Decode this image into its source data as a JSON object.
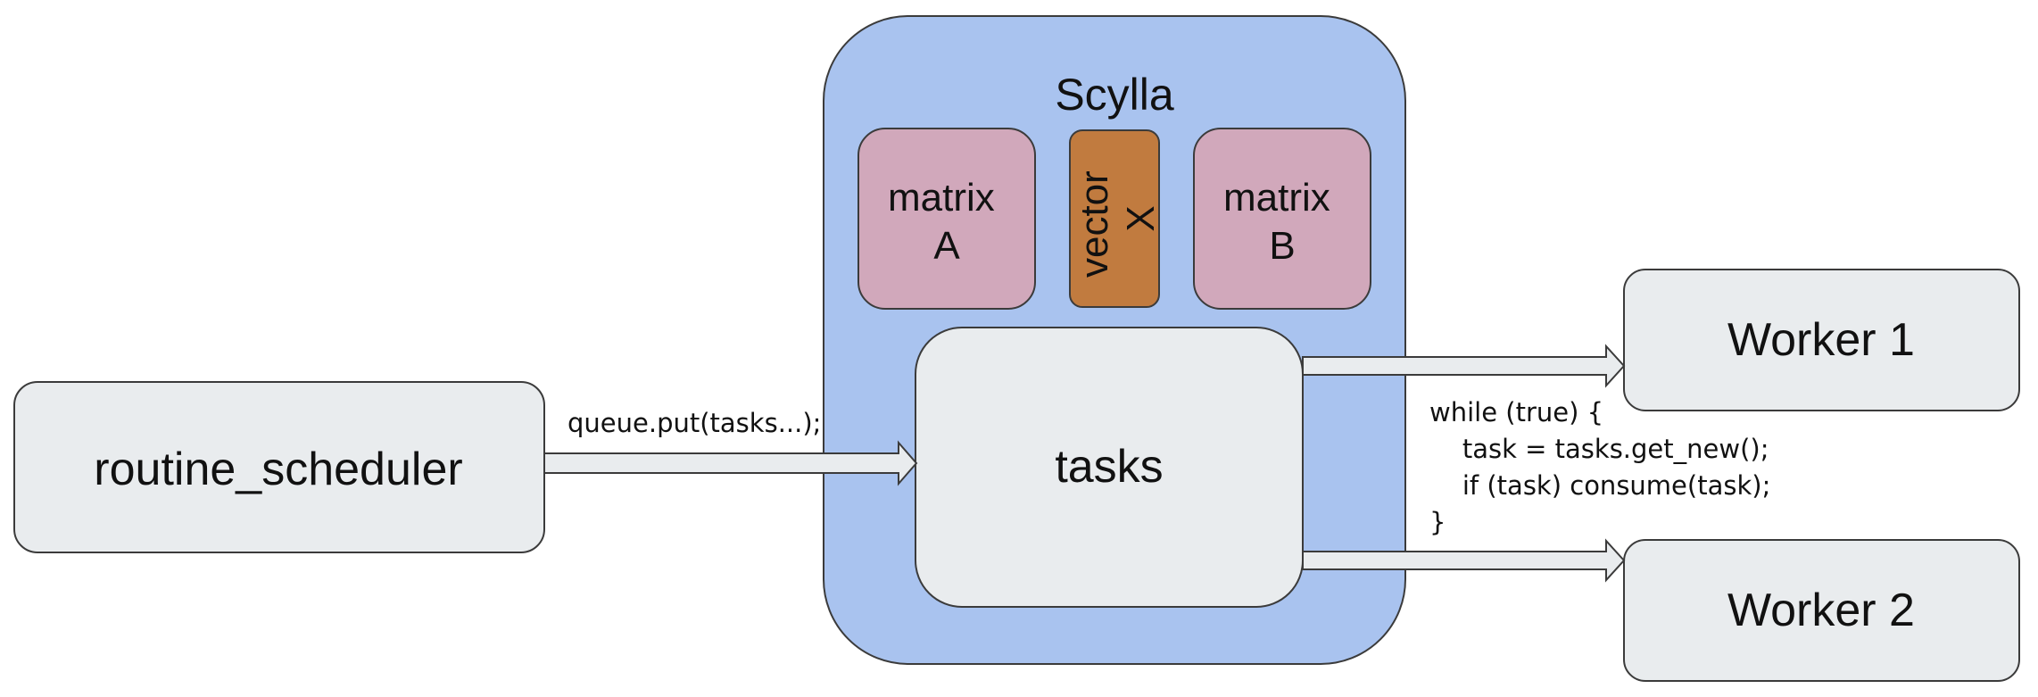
{
  "diagram": {
    "container": {
      "title": "Scylla",
      "fill": "#a9c3ef",
      "stroke": "#3b3b3b"
    },
    "data_blocks": [
      {
        "line1": "matrix",
        "line2": "A",
        "fill": "#d1a8bb"
      },
      {
        "line1": "vector",
        "line2": "X",
        "fill": "#c17b3f"
      },
      {
        "line1": "matrix",
        "line2": "B",
        "fill": "#d1a8bb"
      }
    ],
    "tasks": {
      "label": "tasks",
      "fill": "#e9ecee"
    },
    "scheduler": {
      "label": "routine_scheduler",
      "fill": "#e9ecee"
    },
    "workers": [
      {
        "label": "Worker 1",
        "fill": "#e9ecee"
      },
      {
        "label": "Worker 2",
        "fill": "#e9ecee"
      }
    ],
    "arrow_labels": {
      "put": "queue.put(tasks...);"
    },
    "worker_code": [
      "while (true) {",
      "    task = tasks.get_new();",
      "    if (task) consume(task);",
      "}"
    ]
  }
}
